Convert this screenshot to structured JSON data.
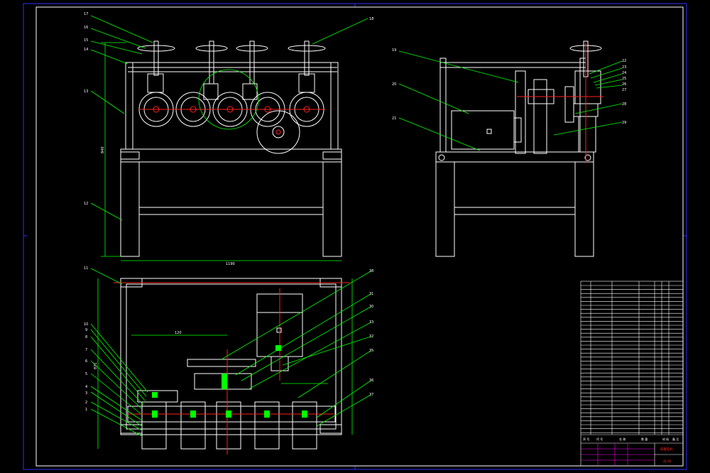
{
  "drawing": {
    "colors": {
      "background": "#000000",
      "frame": "#3030ff",
      "outline": "#ffffff",
      "leader": "#00ff00",
      "center": "#ff2020",
      "highlight": "#ff00ff"
    },
    "front_view": {
      "leaders": [
        "17",
        "16",
        "15",
        "14",
        "13",
        "12",
        "18"
      ],
      "dim_height": "840",
      "dim_width": "1190"
    },
    "side_view": {
      "leaders": [
        "19",
        "20",
        "21",
        "22",
        "23",
        "24",
        "25",
        "26",
        "27",
        "28",
        "29"
      ]
    },
    "plan_view": {
      "leaders_left": [
        "11",
        "10",
        "9",
        "8",
        "7",
        "6",
        "5",
        "4",
        "3",
        "2",
        "1"
      ],
      "leaders_right": [
        "38",
        "31",
        "30",
        "33",
        "32",
        "35",
        "36",
        "37"
      ],
      "dim_top": "871",
      "dim_mid": "120"
    },
    "title_block": {
      "name": "四辊轧机",
      "code": "ZJ-00",
      "header_seq": "序 号",
      "header_code": "代 号",
      "header_name": "名 称",
      "header_qty": "数 量",
      "header_mat": "材 料",
      "header_note": "备 注"
    }
  }
}
